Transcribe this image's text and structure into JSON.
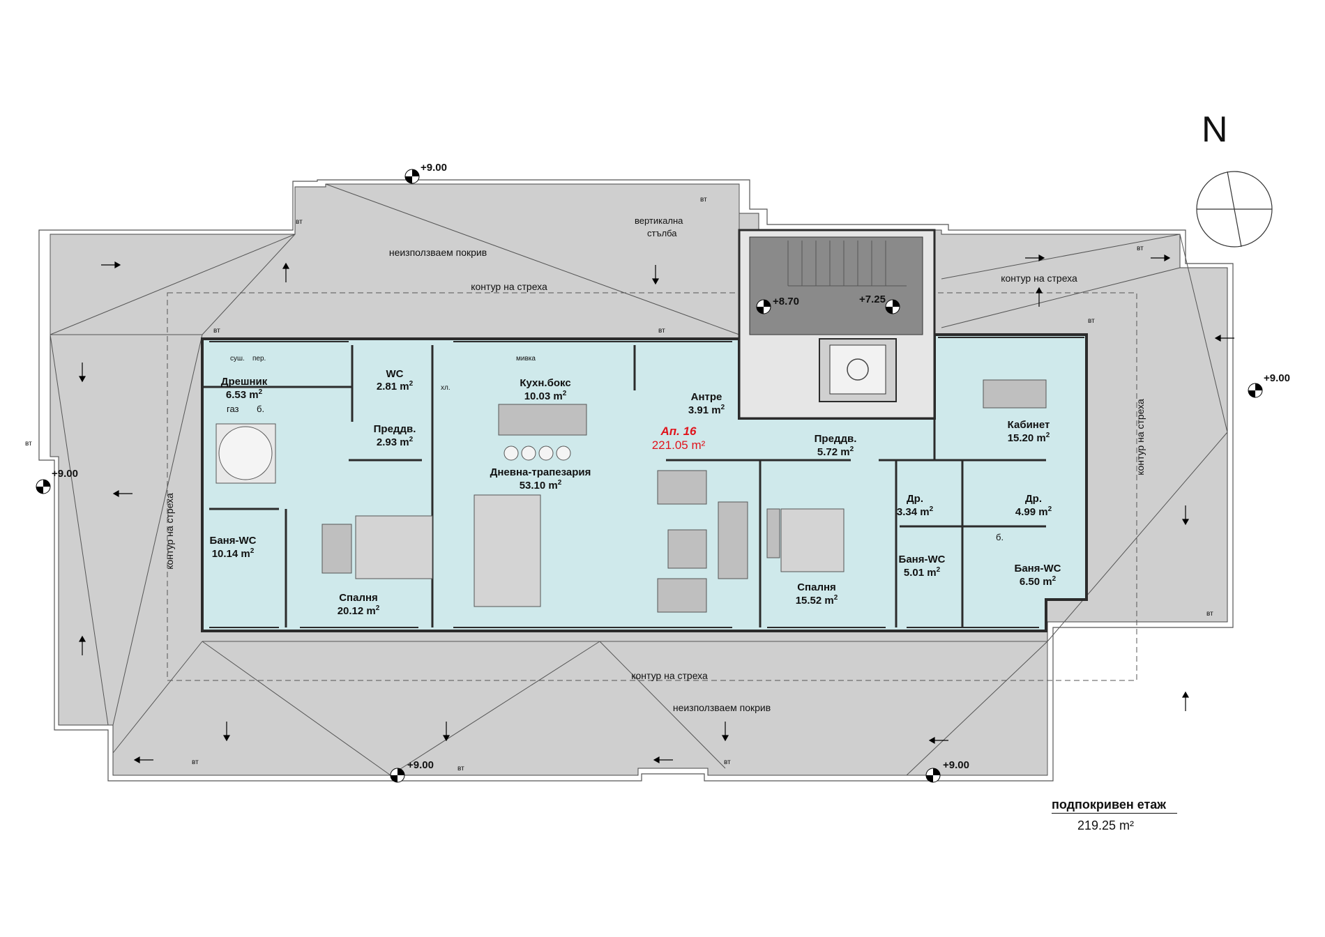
{
  "apartment": {
    "name": "Ап. 16",
    "area": "221.05 m²"
  },
  "floor": {
    "title": "подпокривен етаж",
    "area": "219.25 m²"
  },
  "north_label": "N",
  "rooms": {
    "dreshnik": {
      "name": "Дрешник",
      "area": "6.53"
    },
    "wc": {
      "name": "WC",
      "area": "2.81"
    },
    "kuhnya": {
      "name": "Кухн.бокс",
      "area": "10.03"
    },
    "antre": {
      "name": "Антре",
      "area": "3.91"
    },
    "preddv1": {
      "name": "Преддв.",
      "area": "2.93"
    },
    "dnevna": {
      "name": "Дневна-трапезария",
      "area": "53.10"
    },
    "preddv2": {
      "name": "Преддв.",
      "area": "5.72"
    },
    "kabinet": {
      "name": "Кабинет",
      "area": "15.20"
    },
    "banya1": {
      "name": "Баня-WC",
      "area": "10.14"
    },
    "spalnya1": {
      "name": "Спалня",
      "area": "20.12"
    },
    "spalnya2": {
      "name": "Спалня",
      "area": "15.52"
    },
    "dr1": {
      "name": "Др.",
      "area": "3.34"
    },
    "dr2": {
      "name": "Др.",
      "area": "4.99"
    },
    "banya2": {
      "name": "Баня-WC",
      "area": "5.01"
    },
    "banya3": {
      "name": "Баня-WC",
      "area": "6.50"
    }
  },
  "unit_m": "m",
  "unit_exp": "2",
  "roof_labels": {
    "unused_top": "неизползваем покрив",
    "unused_bottom": "неизползваем покрив",
    "eave_top": "контур на стреха",
    "eave_bottom": "контур на стреха",
    "eave_right_top": "контур на стреха",
    "eave_left": "контур на стреха",
    "eave_right": "контур на стреха",
    "vertical_pole_1": "вертикална",
    "vertical_pole_2": "стълба"
  },
  "elevations": {
    "top": "+9.00",
    "left": "+9.00",
    "right": "+9.00",
    "bottom_left": "+9.00",
    "bottom_right": "+9.00",
    "stair_landing": "+8.70",
    "stair_mid": "+7.25"
  },
  "vt_label": "вт",
  "fixture_labels": {
    "gas": "газ",
    "boiler": "б.",
    "boiler2": "б.",
    "dryer": "суш.",
    "washer": "пер.",
    "sink": "мивка",
    "fridge": "хл."
  },
  "colors": {
    "roof_fill": "#cfcfcf",
    "roof_light": "#d8d8d8",
    "interior": "#cfe9eb",
    "stair_dark": "#8a8a8a",
    "wall": "#2b2b2b",
    "accent_red": "#e0131b"
  }
}
